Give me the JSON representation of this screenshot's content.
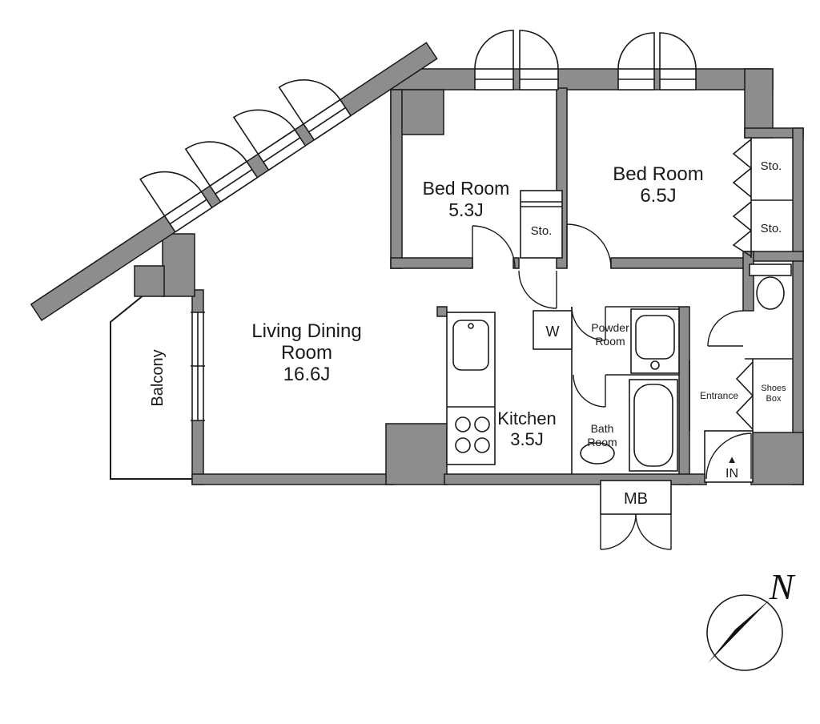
{
  "floorplan": {
    "rooms": {
      "living": {
        "line1": "Living Dining",
        "line2": "Room",
        "size": "16.6J"
      },
      "bedroom_small": {
        "name": "Bed Room",
        "size": "5.3J"
      },
      "bedroom_large": {
        "name": "Bed Room",
        "size": "6.5J"
      },
      "kitchen": {
        "name": "Kitchen",
        "size": "3.5J"
      },
      "bath": {
        "line1": "Bath",
        "line2": "Room"
      },
      "powder": {
        "line1": "Powder",
        "line2": "Room"
      },
      "entrance": {
        "name": "Entrance"
      },
      "shoes_box": {
        "line1": "Shoes",
        "line2": "Box"
      },
      "balcony": {
        "name": "Balcony"
      },
      "storage_middle": {
        "name": "Sto."
      },
      "storage_top": {
        "name": "Sto."
      },
      "storage_bottom": {
        "name": "Sto."
      }
    },
    "fixtures": {
      "washer": "W",
      "meter_box": "MB"
    },
    "markers": {
      "entrance_in": "IN",
      "entrance_arrow": "▲",
      "compass_north": "N"
    },
    "colors": {
      "wall_fill": "#8d8d8d",
      "line": "#1a1a1a",
      "background": "#ffffff"
    }
  }
}
